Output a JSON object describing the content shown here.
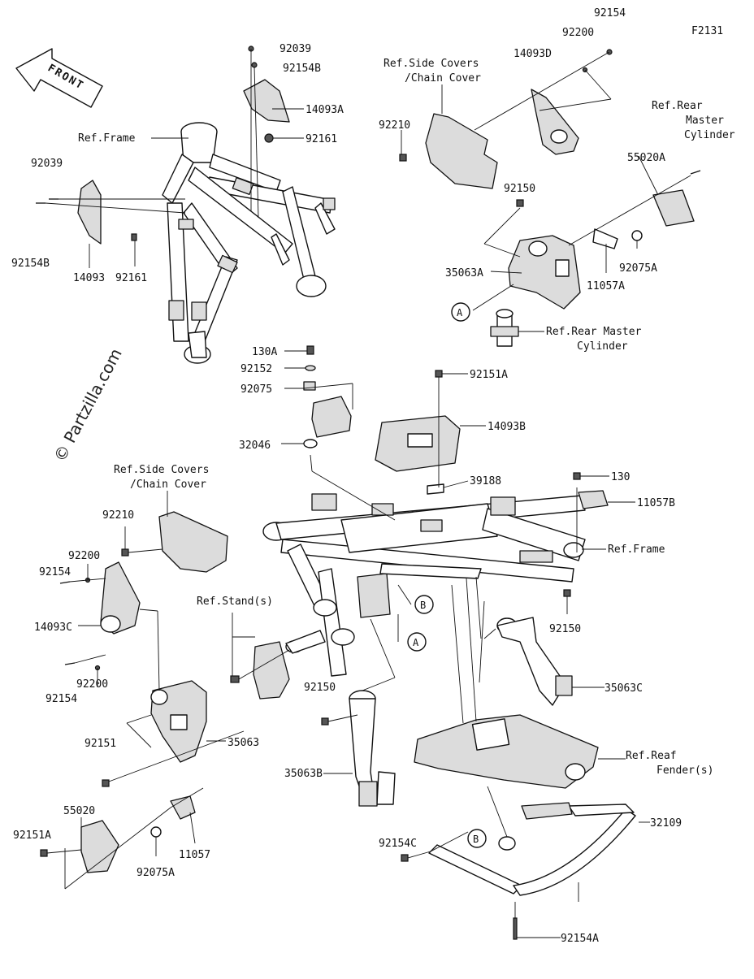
{
  "figure_id": "F2131",
  "watermark": "© Partzilla.com",
  "front_arrow": {
    "label": "FRONT"
  },
  "callouts": {
    "A": "A",
    "B": "B"
  },
  "labels": {
    "l_92154_top": "92154",
    "l_92200_top": "92200",
    "l_14093D": "14093D",
    "l_refside_top_1": "Ref.Side Covers",
    "l_refside_top_2": "/Chain Cover",
    "l_92039_top": "92039",
    "l_92154B_top": "92154B",
    "l_14093A": "14093A",
    "l_92161_top": "92161",
    "l_refframe_top": "Ref.Frame",
    "l_92039_left": "92039",
    "l_92154B_left": "92154B",
    "l_14093": "14093",
    "l_92161_left": "92161",
    "l_92210_top": "92210",
    "l_refrear_m1": "Ref.Rear",
    "l_refrear_m2": "Master",
    "l_refrear_m3": "Cylinder",
    "l_55020A": "55020A",
    "l_92150_top": "92150",
    "l_35063A": "35063A",
    "l_92075A_top": "92075A",
    "l_11057A": "11057A",
    "l_refrear_mc1": "Ref.Rear Master",
    "l_refrear_mc2": "Cylinder",
    "l_130A": "130A",
    "l_92152": "92152",
    "l_92075": "92075",
    "l_32046": "32046",
    "l_92151A_top": "92151A",
    "l_14093B": "14093B",
    "l_39188": "39188",
    "l_130": "130",
    "l_11057B": "11057B",
    "l_refframe_mid": "Ref.Frame",
    "l_refside_left_1": "Ref.Side Covers",
    "l_refside_left_2": "/Chain Cover",
    "l_92210_left": "92210",
    "l_92200_left": "92200",
    "l_92154_left": "92154",
    "l_14093C": "14093C",
    "l_92200_left2": "92200",
    "l_92154_left2": "92154",
    "l_refstand": "Ref.Stand(s)",
    "l_92150_mid": "92150",
    "l_35063C": "35063C",
    "l_92150_left": "92150",
    "l_92151": "92151",
    "l_35063": "35063",
    "l_35063B": "35063B",
    "l_refreaf_1": "Ref.Reaf",
    "l_refreaf_2": "Fender(s)",
    "l_55020": "55020",
    "l_92151A_left": "92151A",
    "l_11057": "11057",
    "l_92075A_left": "92075A",
    "l_32109": "32109",
    "l_92154C": "92154C",
    "l_92154A": "92154A"
  },
  "colors": {
    "ink": "#111111",
    "part_fill": "#dcdcdc",
    "background": "#ffffff"
  }
}
